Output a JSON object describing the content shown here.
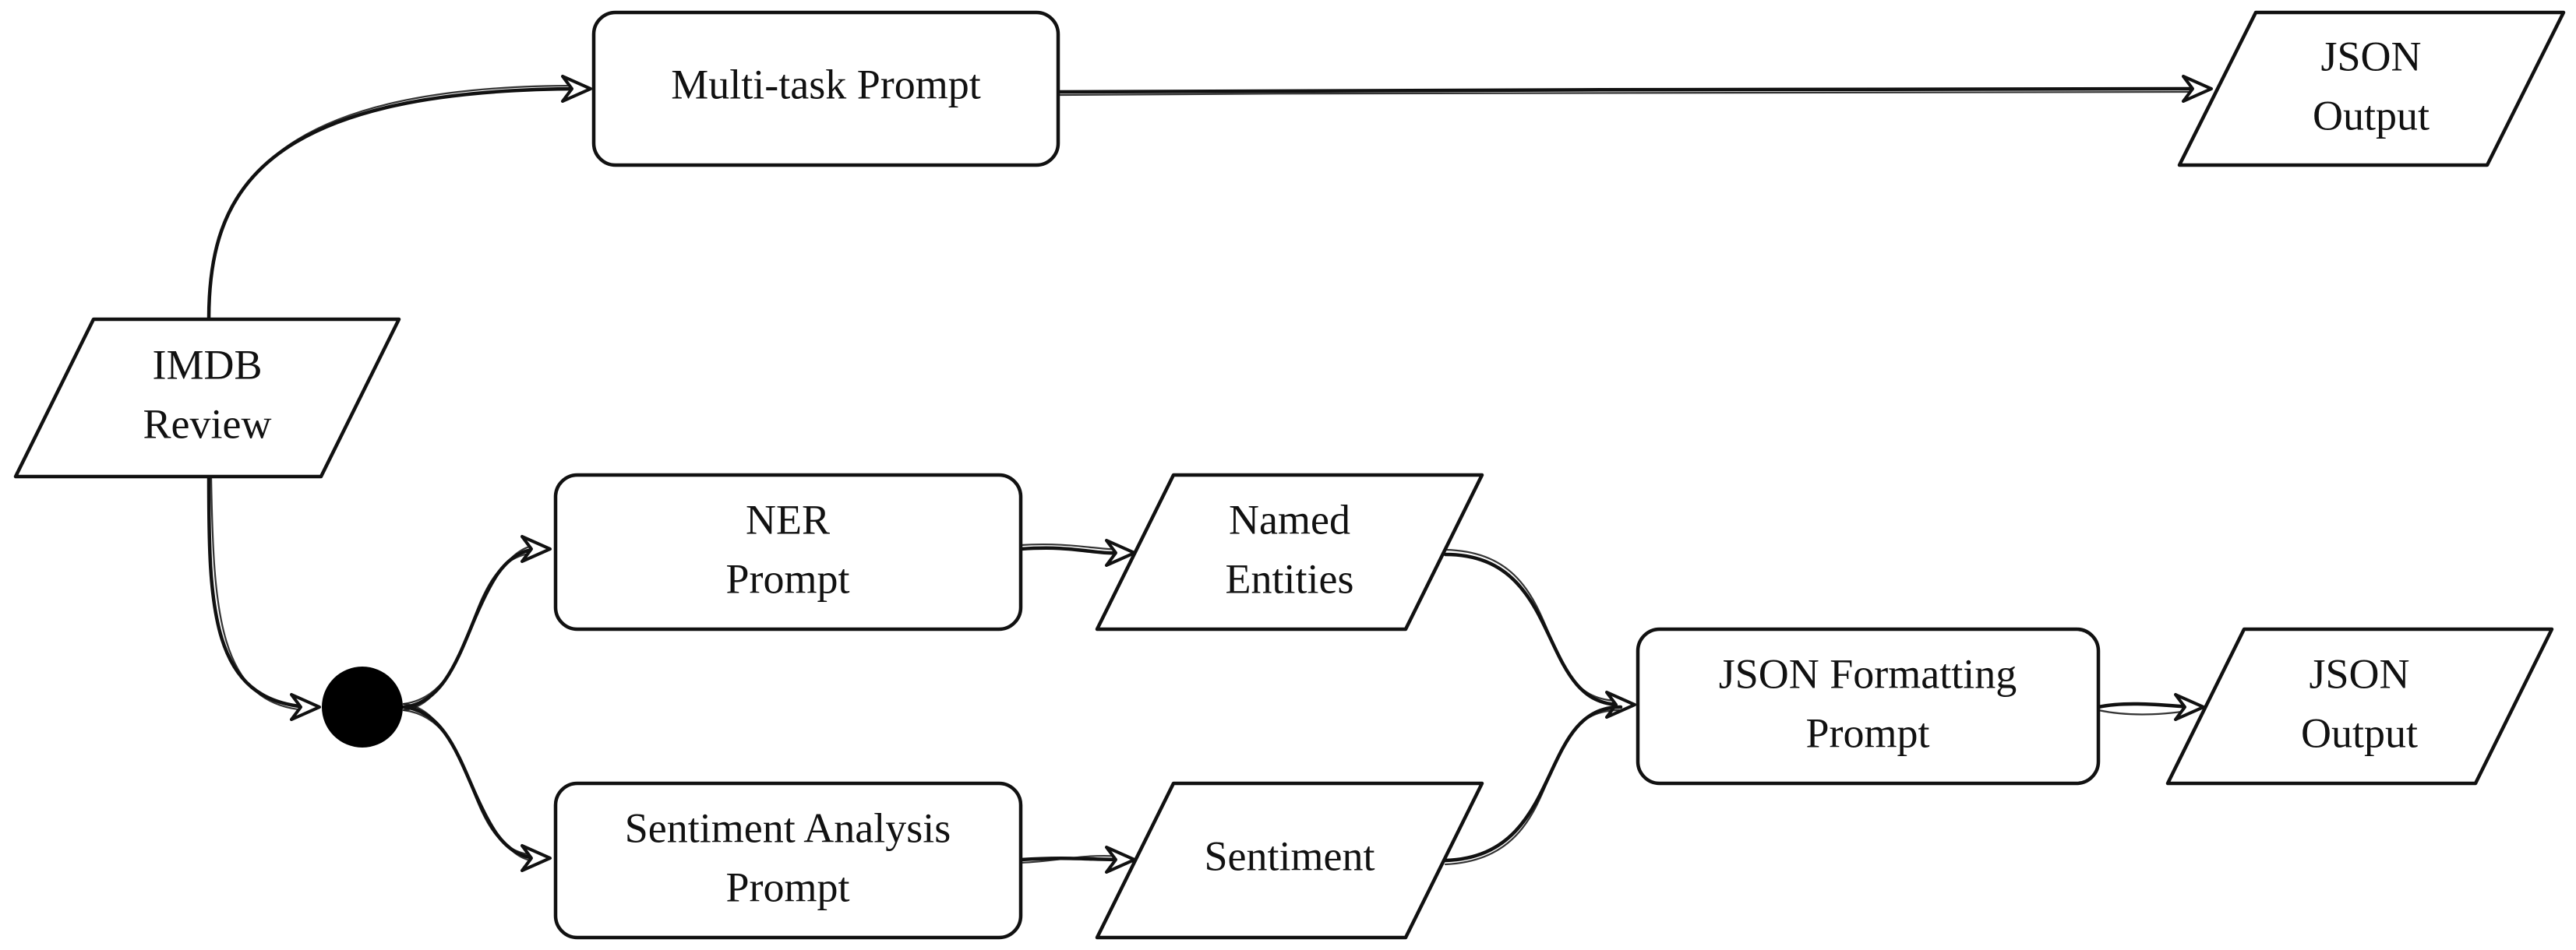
{
  "nodes": {
    "imdb_review": {
      "lines": [
        "IMDB",
        "Review"
      ]
    },
    "multitask_prompt": {
      "lines": [
        "Multi-task Prompt"
      ]
    },
    "json_output_top": {
      "lines": [
        "JSON",
        "Output"
      ]
    },
    "ner_prompt": {
      "lines": [
        "NER",
        "Prompt"
      ]
    },
    "named_entities": {
      "lines": [
        "Named",
        "Entities"
      ]
    },
    "sentiment_prompt": {
      "lines": [
        "Sentiment Analysis",
        "Prompt"
      ]
    },
    "sentiment": {
      "lines": [
        "Sentiment"
      ]
    },
    "json_formatting_prompt": {
      "lines": [
        "JSON Formatting",
        "Prompt"
      ]
    },
    "json_output_bottom": {
      "lines": [
        "JSON",
        "Output"
      ]
    }
  },
  "edges": [
    {
      "from": "imdb_review",
      "to": "multitask_prompt"
    },
    {
      "from": "multitask_prompt",
      "to": "json_output_top"
    },
    {
      "from": "imdb_review",
      "to": "split_junction"
    },
    {
      "from": "split_junction",
      "to": "ner_prompt"
    },
    {
      "from": "split_junction",
      "to": "sentiment_prompt"
    },
    {
      "from": "ner_prompt",
      "to": "named_entities"
    },
    {
      "from": "sentiment_prompt",
      "to": "sentiment"
    },
    {
      "from": "named_entities",
      "to": "json_formatting_prompt"
    },
    {
      "from": "sentiment",
      "to": "json_formatting_prompt"
    },
    {
      "from": "json_formatting_prompt",
      "to": "json_output_bottom"
    }
  ]
}
